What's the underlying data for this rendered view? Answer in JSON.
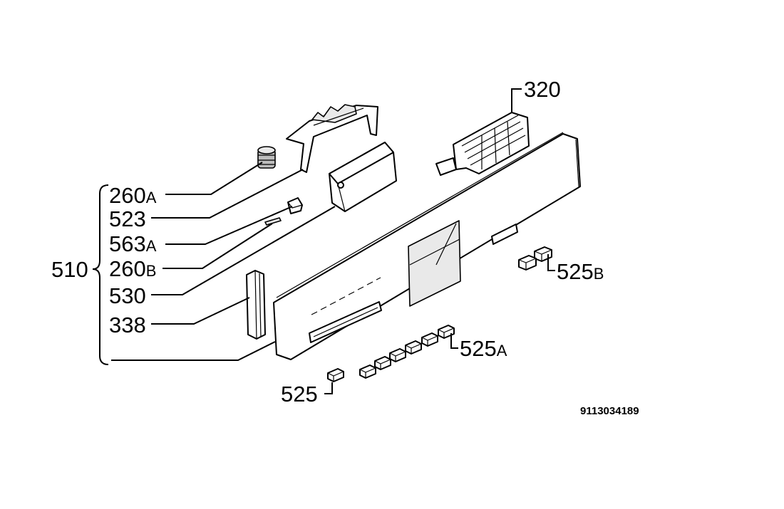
{
  "group_label": "510",
  "labels": [
    {
      "id": "260a",
      "num": "260",
      "suffix": "A"
    },
    {
      "id": "523",
      "num": "523",
      "suffix": ""
    },
    {
      "id": "563a",
      "num": "563",
      "suffix": "A"
    },
    {
      "id": "260b",
      "num": "260",
      "suffix": "B"
    },
    {
      "id": "530",
      "num": "530",
      "suffix": ""
    },
    {
      "id": "338",
      "num": "338",
      "suffix": ""
    },
    {
      "id": "320",
      "num": "320",
      "suffix": ""
    },
    {
      "id": "525b",
      "num": "525",
      "suffix": "B"
    },
    {
      "id": "525a",
      "num": "525",
      "suffix": "A"
    },
    {
      "id": "525",
      "num": "525",
      "suffix": ""
    }
  ],
  "document_id": "9113034189"
}
